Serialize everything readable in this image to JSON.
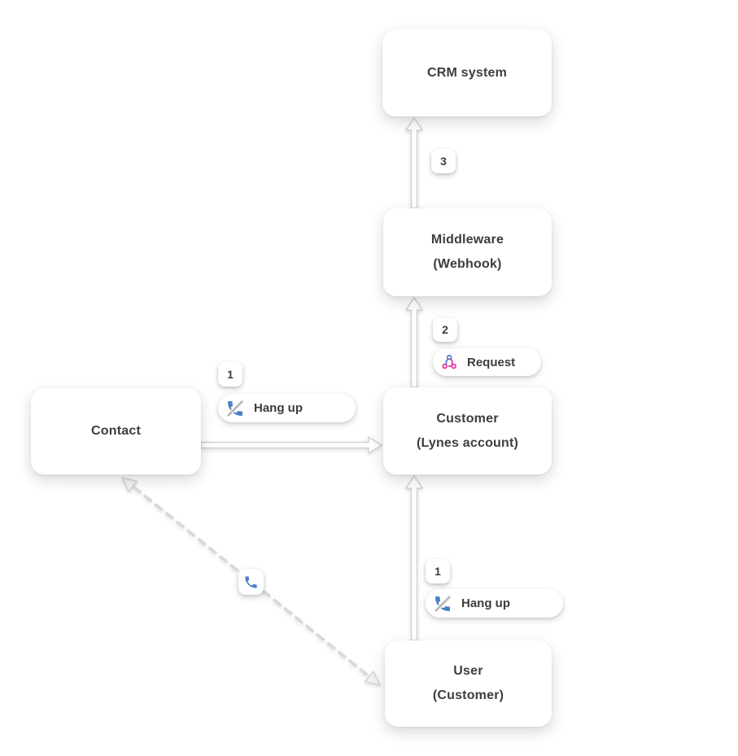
{
  "nodes": {
    "crm": {
      "line1": "CRM system",
      "line2": ""
    },
    "middleware": {
      "line1": "Middleware",
      "line2": "(Webhook)"
    },
    "customer": {
      "line1": "Customer",
      "line2": "(Lynes account)"
    },
    "contact": {
      "line1": "Contact",
      "line2": ""
    },
    "user": {
      "line1": "User",
      "line2": "(Customer)"
    }
  },
  "edge_labels": {
    "step_3": "3",
    "step_2": "2",
    "step_1_contact": "1",
    "step_1_user": "1",
    "request": "Request",
    "hang_up_contact": "Hang up",
    "hang_up_user": "Hang up"
  },
  "icons": {
    "call": "phone-icon",
    "hang_up": "hang-up-phone-icon",
    "webhook": "webhook-icon"
  },
  "colors": {
    "phone_blue": "#4b7fc7",
    "webhook_blue": "#4a7ed0",
    "webhook_pink": "#e5319e",
    "text": "#3d3d3d",
    "arrow_stroke": "#d2d2d2",
    "node_background": "#ffffff",
    "canvas_background": "#ffffff"
  }
}
